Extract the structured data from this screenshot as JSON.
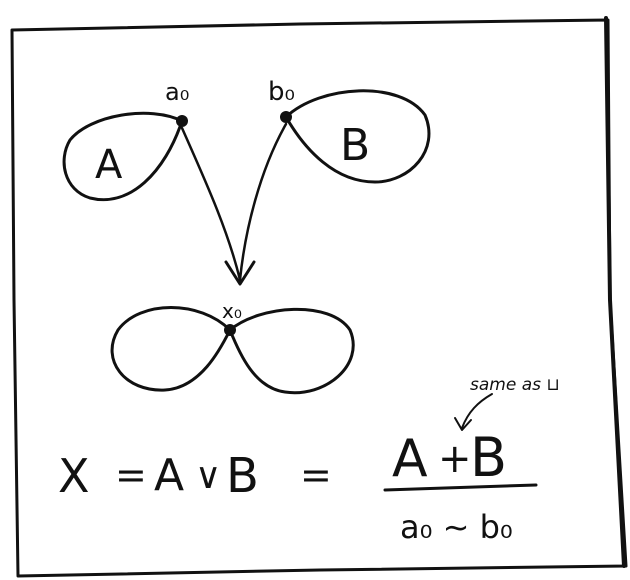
{
  "labels": {
    "loop_a": "A",
    "loop_b": "B",
    "point_a": "a₀",
    "point_b": "b₀",
    "point_x": "x₀"
  },
  "equation": {
    "x": "X",
    "eq1": "=",
    "a_or_b": "A",
    "wedge": "∨",
    "b_or": "B",
    "eq2": "=",
    "numerator_a": "A",
    "plus": "+",
    "numerator_b": "B",
    "denominator": "a₀ ~ b₀"
  },
  "annotation": {
    "text": "same as ⊔"
  }
}
